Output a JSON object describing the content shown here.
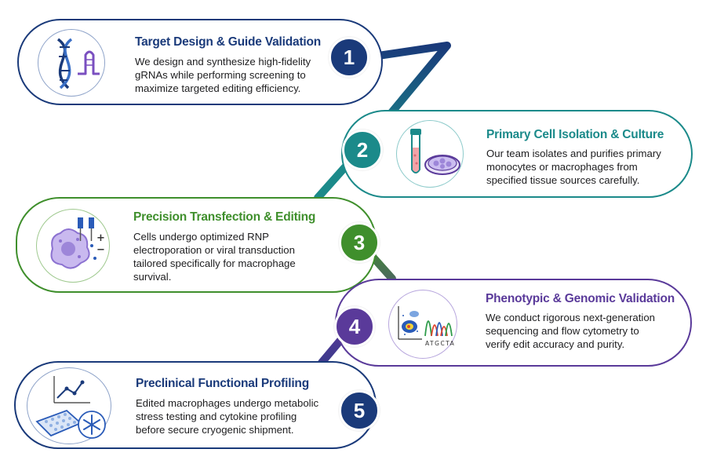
{
  "steps": [
    {
      "number": "1",
      "title": "Target Design & Guide Validation",
      "lines": [
        "We design and synthesize high-fidelity",
        "gRNAs while performing screening to",
        "maximize targeted editing efficiency."
      ],
      "color": "#1a3a7a",
      "icon": "dna-helix-icon"
    },
    {
      "number": "2",
      "title": "Primary Cell Isolation & Culture",
      "lines": [
        "Our team isolates and purifies primary",
        "monocytes or macrophages from",
        "specified tissue sources carefully."
      ],
      "color": "#1b8a8a",
      "icon": "test-tube-petri-dish-icon"
    },
    {
      "number": "3",
      "title": "Precision Transfection & Editing",
      "lines": [
        "Cells undergo optimized RNP",
        "electroporation or viral transduction",
        "tailored specifically for macrophage",
        "survival."
      ],
      "color": "#3f8f2c",
      "icon": "electroporation-cell-icon"
    },
    {
      "number": "4",
      "title": "Phenotypic & Genomic Validation",
      "lines": [
        "We conduct rigorous next-generation",
        "sequencing and flow cytometry to",
        "verify edit accuracy and purity."
      ],
      "color": "#5a3a9a",
      "icon": "flow-cytometry-sequencing-icon",
      "sequence_label": "ATGCTA"
    },
    {
      "number": "5",
      "title": "Preclinical Functional Profiling",
      "lines": [
        "Edited macrophages undergo metabolic",
        "stress testing and cytokine profiling",
        "before secure cryogenic shipment."
      ],
      "color": "#1a3a7a",
      "icon": "well-plate-snowflake-icon"
    }
  ]
}
